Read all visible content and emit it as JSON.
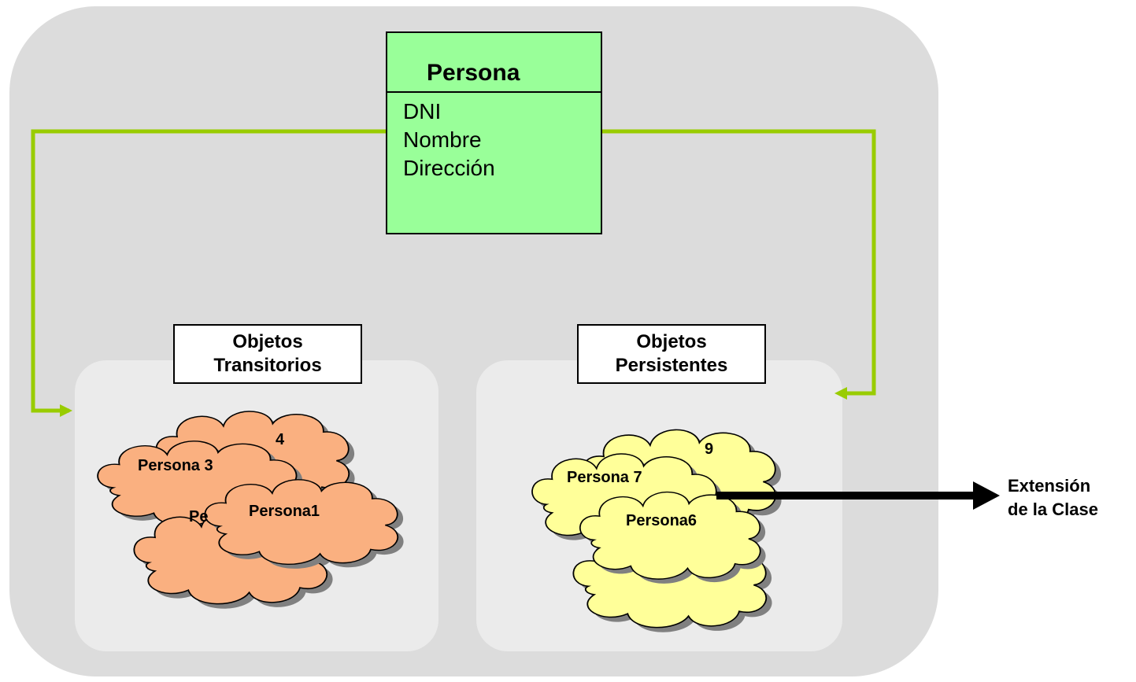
{
  "class_box": {
    "name": "Persona",
    "attributes": [
      "DNI",
      "Nombre",
      "Dirección"
    ]
  },
  "groups": {
    "transient": {
      "title_line1": "Objetos",
      "title_line2": "Transitorios",
      "objects": [
        "4",
        "Persona 3",
        "Pe",
        "Persona1"
      ]
    },
    "persistent": {
      "title_line1": "Objetos",
      "title_line2": "Persistentes",
      "objects": [
        "9",
        "Persona 7",
        "Persona6"
      ]
    }
  },
  "extension_label": {
    "line1": "Extensión",
    "line2": "de la Clase"
  },
  "colors": {
    "outer_container": "#dcdcdc",
    "inner_container": "#ebebeb",
    "class_fill": "#99ff99",
    "connector": "#99cc00",
    "transient_cloud": "#fab080",
    "persistent_cloud": "#ffff99",
    "cloud_shadow": "#808080"
  }
}
